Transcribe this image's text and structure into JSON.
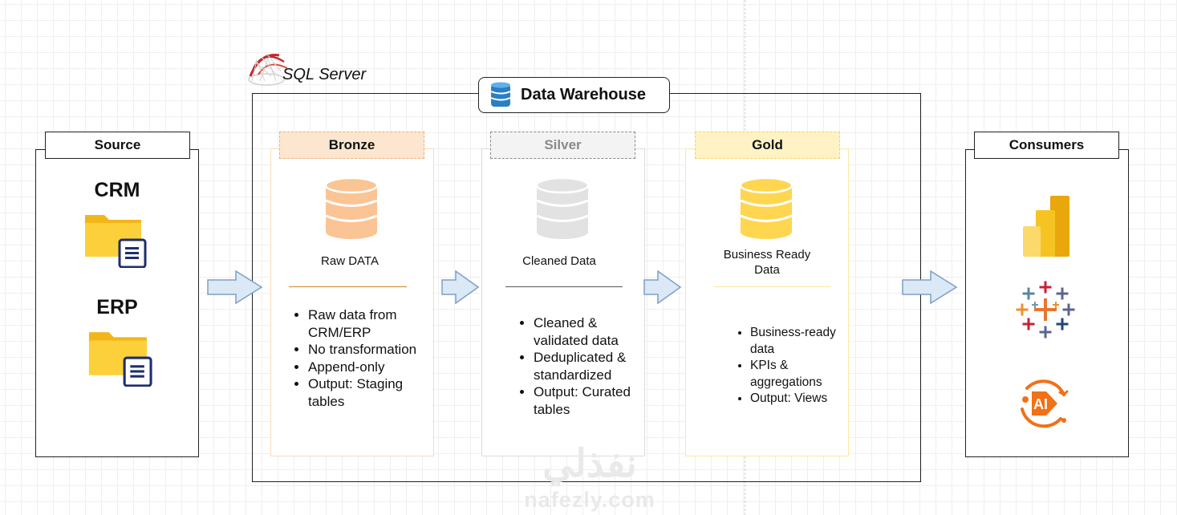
{
  "sql_server": {
    "label": "SQL Server"
  },
  "data_warehouse": {
    "title": "Data Warehouse"
  },
  "source": {
    "title": "Source",
    "systems": [
      {
        "label": "CRM",
        "icon": "folder-document-icon"
      },
      {
        "label": "ERP",
        "icon": "folder-document-icon"
      }
    ]
  },
  "layers": {
    "bronze": {
      "title": "Bronze",
      "description": "Raw DATA",
      "bullets": [
        "Raw data from CRM/ERP",
        "No transformation",
        "Append-only",
        "Output: Staging tables"
      ],
      "color": "#fbc494"
    },
    "silver": {
      "title": "Silver",
      "description": "Cleaned Data",
      "bullets": [
        "Cleaned & validated data",
        "Deduplicated & standardized",
        "Output: Curated tables"
      ],
      "color": "#e2e2e2"
    },
    "gold": {
      "title": "Gold",
      "description": "Business Ready Data",
      "bullets": [
        "Business-ready data",
        "KPIs & aggregations",
        "Output: Views"
      ],
      "color": "#fed650"
    }
  },
  "consumers": {
    "title": "Consumers",
    "icons": [
      "power-bi-icon",
      "tableau-icon",
      "ai-video-icon"
    ]
  },
  "watermark": {
    "arabic": "نفذلي",
    "latin": "nafezly.com"
  }
}
